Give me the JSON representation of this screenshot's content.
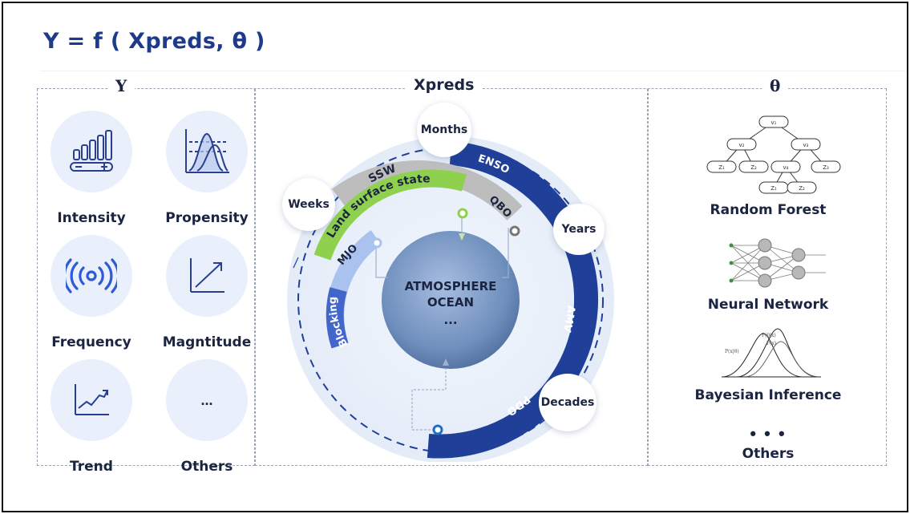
{
  "headline": "Y = f ( Xpreds, θ )",
  "panels": {
    "y_title": "Y",
    "xpreds_title": "Xpreds",
    "theta_title": "θ"
  },
  "y_metrics": [
    {
      "label": "Intensity",
      "icon": "bar-level-icon"
    },
    {
      "label": "Propensity",
      "icon": "distribution-icon"
    },
    {
      "label": "Frequency",
      "icon": "signal-icon"
    },
    {
      "label": "Magntitude",
      "icon": "trend-arrow-icon"
    },
    {
      "label": "Trend",
      "icon": "line-chart-icon"
    },
    {
      "label": "Others",
      "icon": "ellipsis-icon"
    }
  ],
  "diagram": {
    "core": {
      "line1": "ATMOSPHERE",
      "line2": "OCEAN",
      "line3": "..."
    },
    "timescales": {
      "months": "Months",
      "weeks": "Weeks",
      "years": "Years",
      "decades": "Decades"
    },
    "arcs": {
      "ssw": "SSW",
      "land_surface": "Land surface state",
      "qbo": "QBO",
      "mjo": "MJO",
      "blocking": "Blocking",
      "enso": "ENSO",
      "amv": "AMV",
      "pdo": "PDO"
    },
    "colors": {
      "navy": "#1f3f99",
      "green": "#8fd14f",
      "gray": "#b9b9b9",
      "light_blue": "#a9c2ee",
      "halo": "#e8effb"
    }
  },
  "methods": {
    "random_forest": "Random Forest",
    "neural_network": "Neural Network",
    "bayesian": "Bayesian Inference",
    "dots": "• • •",
    "others": "Others",
    "tree_nodes": {
      "root": "v₁",
      "mid_left": "v₂",
      "mid_right": "v₃",
      "deep": "v₄",
      "leaf1": "Z₁",
      "leaf2": "Z₂",
      "leaf3": "Z₃",
      "leaf4": "Z₁",
      "leaf5": "Z₂"
    },
    "bayes_annotations": {
      "left": "P(x|θ)",
      "right": "P(θ|x)",
      "denom": "P(x)"
    }
  }
}
